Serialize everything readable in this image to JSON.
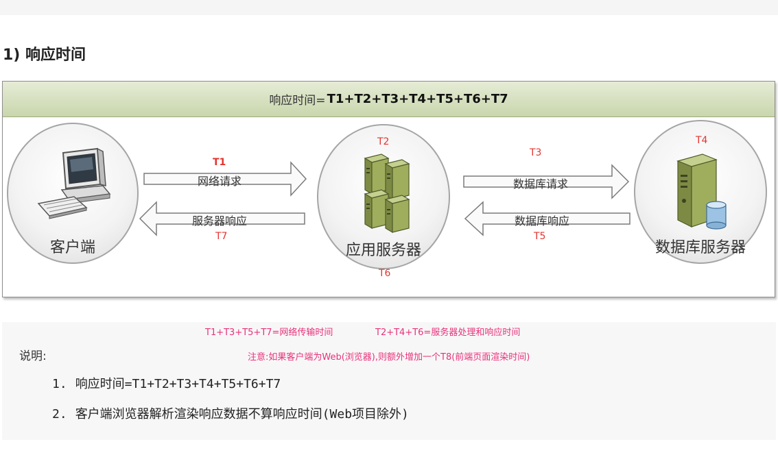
{
  "heading": "1) 响应时间",
  "diagram": {
    "header_prefix": "响应时间=",
    "header_formula": "T1+T2+T3+T4+T5+T6+T7",
    "nodes": {
      "client": "客户端",
      "app_server": "应用服务器",
      "db_server": "数据库服务器"
    },
    "arrows": {
      "network_request": "网络请求",
      "server_response": "服务器响应",
      "db_request": "数据库请求",
      "db_response": "数据库响应"
    },
    "t_labels": {
      "t1": "T1",
      "t2": "T2",
      "t3": "T3",
      "t4": "T4",
      "t5": "T5",
      "t6": "T6",
      "t7": "T7"
    }
  },
  "annotations": {
    "network_time": "T1+T3+T5+T7=网络传输时间",
    "server_time": "T2+T4+T6=服务器处理和响应时间",
    "note": "注意:如果客户端为Web(浏览器),则额外增加一个T8(前端页面渲染时间)"
  },
  "description": {
    "title": "说明:",
    "items": [
      {
        "num": "1.",
        "text": "响应时间=T1+T2+T3+T4+T5+T6+T7"
      },
      {
        "num": "2.",
        "text": "客户端浏览器解析渲染响应数据不算响应时间(Web项目除外)"
      }
    ]
  },
  "colors": {
    "header_green": "#c9d6ad",
    "t_label_red": "#e3342f",
    "annotation_pink": "#e8317a"
  }
}
